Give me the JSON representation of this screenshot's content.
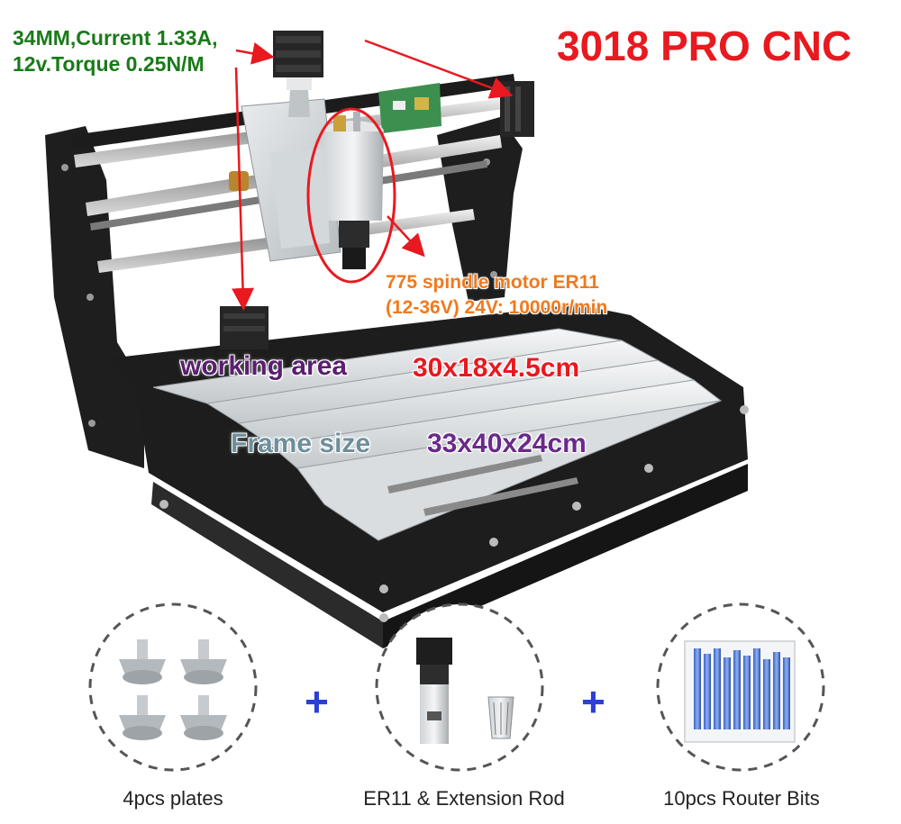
{
  "title": "3018 PRO CNC",
  "motor_spec": {
    "line1": "34MM,Current 1.33A,",
    "line2": "12v.Torque 0.25N/M"
  },
  "spindle_spec": {
    "line1": "775 spindle motor ER11",
    "line2": "(12-36V) 24V: 10000r/min"
  },
  "working_area": {
    "label": "working area",
    "value": "30x18x4.5cm"
  },
  "frame_size": {
    "label": "Frame size",
    "value": "33x40x24cm"
  },
  "accessories": [
    {
      "caption": "4pcs plates"
    },
    {
      "caption": "ER11 & Extension Rod"
    },
    {
      "caption": "10pcs Router Bits"
    }
  ],
  "plus_sign": "+",
  "colors": {
    "title": "#e8191f",
    "motor_spec": "#1a7a1a",
    "spindle_spec": "#f07a1e",
    "working_area_label": "#5a1f6e",
    "frame_label": "#6f8e9c",
    "frame_value": "#6a2a8a",
    "plus": "#2b3fd6",
    "arrows": "#e8191f"
  }
}
